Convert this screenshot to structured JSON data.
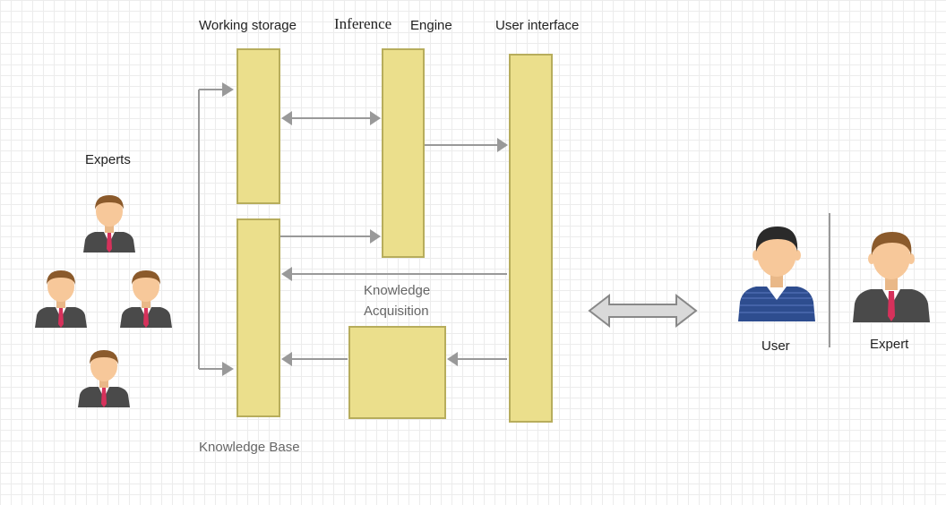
{
  "labels": {
    "working_storage": "Working storage",
    "inference": "Inference",
    "engine": "Engine",
    "user_interface": "User interface",
    "experts": "Experts",
    "knowledge_acquisition_line1": "Knowledge",
    "knowledge_acquisition_line2": "Acquisition",
    "knowledge_base": "Knowledge Base",
    "user": "User",
    "expert": "Expert"
  },
  "colors": {
    "box_fill": "#ebdf8c",
    "box_border": "#b7ad5c",
    "arrow": "#999999",
    "suit": "#4a4a4a",
    "tie": "#d6315b",
    "skin": "#f7c89a",
    "hair_brown": "#8b5a2b",
    "user_shirt": "#2e4d8f"
  },
  "icons": [
    "expert-person-icon",
    "user-person-icon",
    "double-arrow-icon"
  ]
}
